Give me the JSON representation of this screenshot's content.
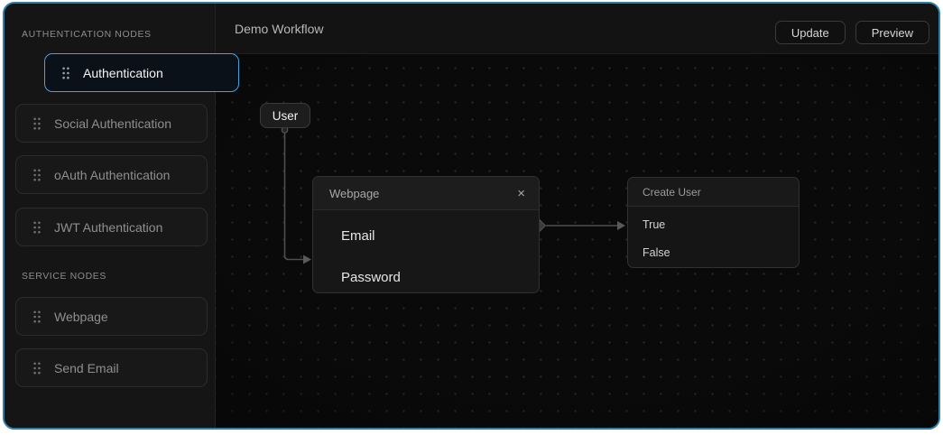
{
  "colors": {
    "window_border": "#2f7ea8",
    "accent_selected": "#41a4de",
    "canvas_bg": "#0a0a0a",
    "sidebar_bg": "#151515"
  },
  "sidebar": {
    "sections": [
      {
        "label": "AUTHENTICATION NODES",
        "items": [
          {
            "label": "Authentication",
            "selected": true
          },
          {
            "label": "Social Authentication",
            "selected": false
          },
          {
            "label": "oAuth Authentication",
            "selected": false
          },
          {
            "label": "JWT Authentication",
            "selected": false
          }
        ]
      },
      {
        "label": "SERVICE NODES",
        "items": [
          {
            "label": "Webpage",
            "selected": false
          },
          {
            "label": "Send Email",
            "selected": false
          }
        ]
      }
    ]
  },
  "header": {
    "title": "Demo Workflow",
    "buttons": [
      {
        "label": "Update"
      },
      {
        "label": "Preview"
      }
    ]
  },
  "canvas": {
    "nodes": {
      "user": {
        "title": "User"
      },
      "webpage": {
        "title": "Webpage",
        "close_icon": "×",
        "fields": [
          "Email",
          "Password"
        ]
      },
      "create_user": {
        "title": "Create User",
        "outputs": [
          "True",
          "False"
        ]
      }
    },
    "edges": [
      {
        "from": "User",
        "to": "Webpage"
      },
      {
        "from": "Webpage",
        "to": "Create User"
      }
    ]
  }
}
